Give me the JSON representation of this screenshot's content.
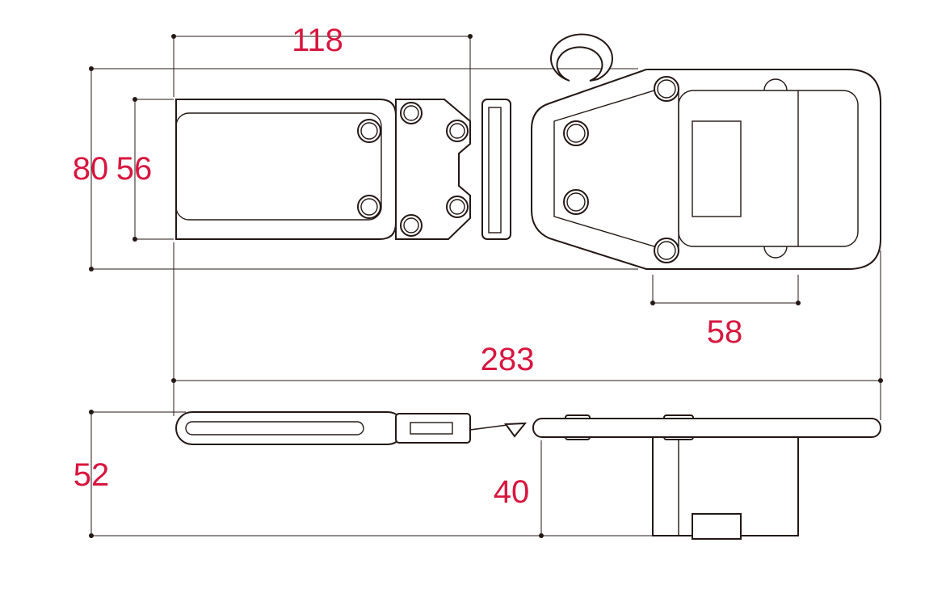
{
  "title": "Buckle holder dimension drawing",
  "colors": {
    "dimension_text": "#d7163f",
    "outline": "#231815"
  },
  "dimensions": {
    "plate_length": "118",
    "total_height": "80",
    "plate_height": "56",
    "window_width": "58",
    "total_length": "283",
    "side_depth": "52",
    "holder_depth": "40"
  }
}
